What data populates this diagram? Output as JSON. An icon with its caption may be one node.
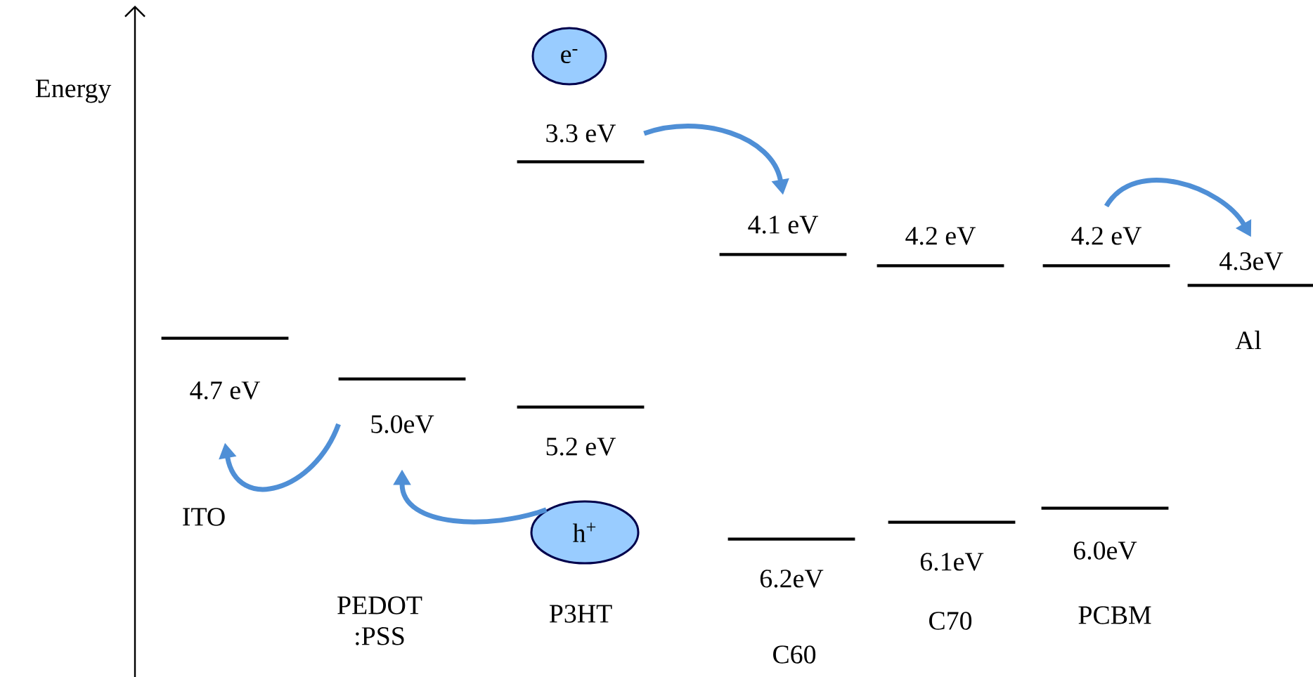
{
  "diagram": {
    "nodes": [
      {
        "text": [
          "e$^{-}$"
        ]
      },
      {
        "text": [
          "3.3 eV"
        ]
      },
      {
        "text": [
          "4.1 eV"
        ]
      },
      {
        "text": [
          "4.2 eV"
        ]
      },
      {
        "text": [
          "4.2 eV"
        ]
      },
      {
        "text": [
          "4.3eV"
        ]
      },
      {
        "text": [
          "4.7 eV"
        ]
      },
      {
        "text": [
          "5.0eV"
        ]
      },
      {
        "text": [
          "5.2 eV"
        ]
      },
      {
        "text": [
          "h$^{+}$"
        ]
      },
      {
        "text": [
          "6.2eV"
        ]
      },
      {
        "text": [
          "6.1eV"
        ]
      },
      {
        "text": [
          "6.0eV"
        ]
      }
    ],
    "edges": [
      {
        "from": 1,
        "to": 2,
        "arrow": "to"
      },
      {
        "from": 4,
        "to": 5,
        "arrow": "to"
      },
      {
        "from": 9,
        "to": 7,
        "arrow": "to"
      },
      {
        "from": 7,
        "to": 6,
        "arrow": "to"
      }
    ],
    "labels": [
      "Energy",
      "Al",
      "ITO",
      "PEDOT :PSS",
      "P3HT",
      "C60",
      "C70",
      "PCBM"
    ]
  }
}
